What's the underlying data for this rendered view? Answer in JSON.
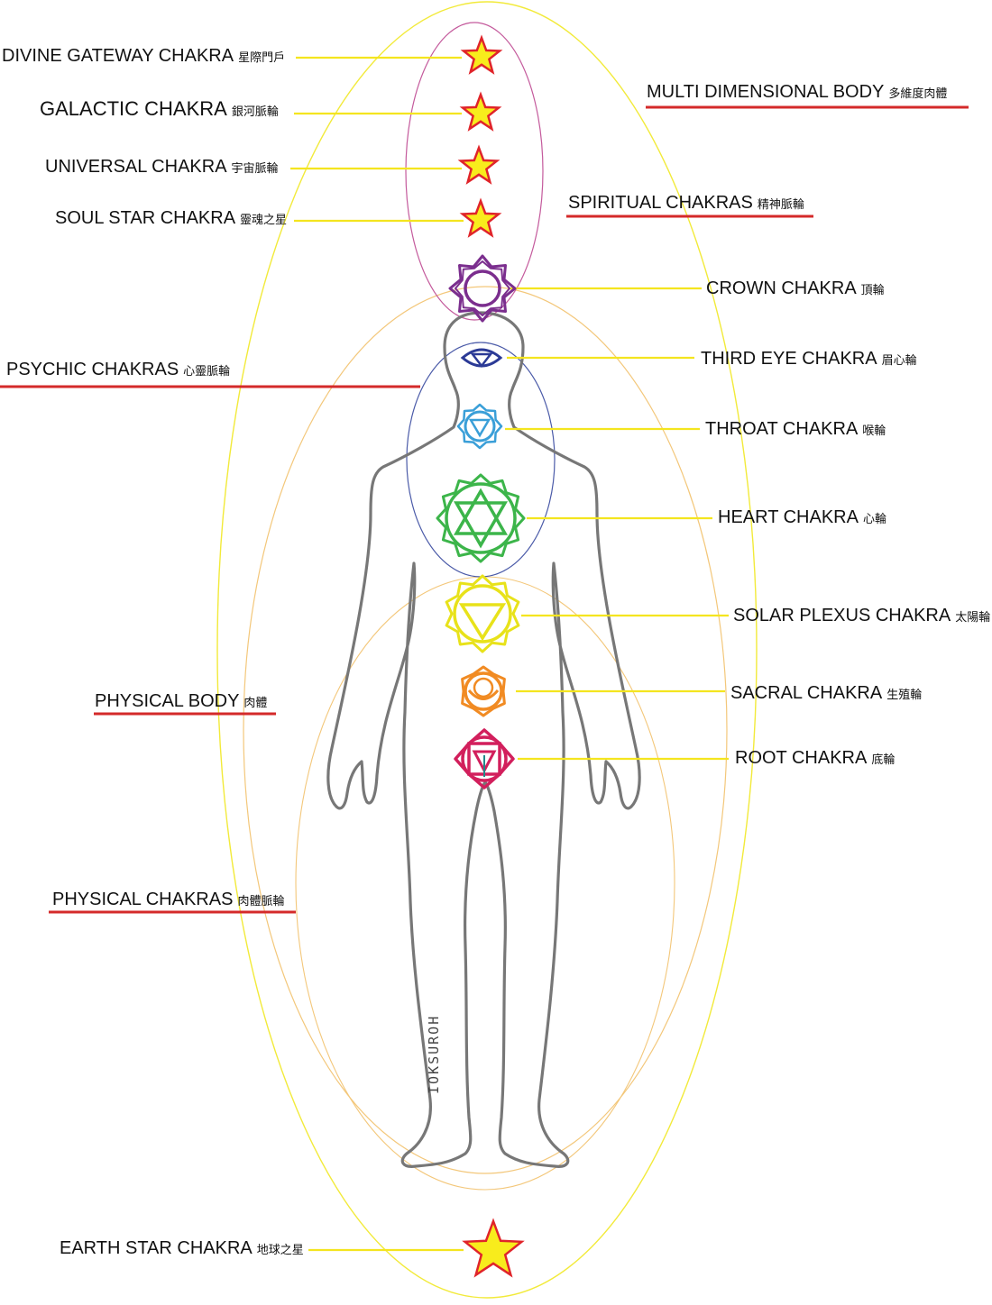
{
  "colors": {
    "connector": "#f4e51f",
    "group_underline": "#d42a2a",
    "outer_aura": "#f2ea3a",
    "physical_aura": "#f3c77a",
    "spiritual_aura": "#c45a9c",
    "psychic_aura": "#4a5aa8",
    "body_outline": "#777777",
    "star_fill": "#f8ec1c",
    "star_stroke": "#e0242a"
  },
  "stars": [
    {
      "id": "divine-gateway",
      "label": "DIVINE GATEWAY CHAKRA",
      "cn": "星際門戶"
    },
    {
      "id": "galactic",
      "label": "GALACTIC CHAKRA",
      "cn": "銀河脈輪"
    },
    {
      "id": "universal",
      "label": "UNIVERSAL CHAKRA",
      "cn": "宇宙脈輪"
    },
    {
      "id": "soul-star",
      "label": "SOUL STAR CHAKRA",
      "cn": "靈魂之星"
    },
    {
      "id": "earth-star",
      "label": "EARTH STAR CHAKRA",
      "cn": "地球之星"
    }
  ],
  "chakras": [
    {
      "id": "crown",
      "label": "CROWN CHAKRA",
      "cn": "頂輪",
      "color": "#7b2e8e"
    },
    {
      "id": "third-eye",
      "label": "THIRD EYE CHAKRA",
      "cn": "眉心輪",
      "color": "#2b3a96"
    },
    {
      "id": "throat",
      "label": "THROAT CHAKRA",
      "cn": "喉輪",
      "color": "#3a9fd8"
    },
    {
      "id": "heart",
      "label": "HEART CHAKRA",
      "cn": "心輪",
      "color": "#3cb54a"
    },
    {
      "id": "solar-plexus",
      "label": "SOLAR PLEXUS CHAKRA",
      "cn": "太陽輪",
      "color": "#e8e21a"
    },
    {
      "id": "sacral",
      "label": "SACRAL CHAKRA",
      "cn": "生殖輪",
      "color": "#f18b23"
    },
    {
      "id": "root",
      "label": "ROOT CHAKRA",
      "cn": "底輪",
      "color": "#d21f5c"
    }
  ],
  "groups": {
    "multi_dimensional": {
      "label": "MULTI DIMENSIONAL BODY",
      "cn": "多維度肉體"
    },
    "spiritual": {
      "label": "SPIRITUAL CHAKRAS",
      "cn": "精神脈輪"
    },
    "psychic": {
      "label": "PSYCHIC CHAKRAS",
      "cn": "心靈脈輪"
    },
    "physical_body": {
      "label": "PHYSICAL BODY",
      "cn": "肉體"
    },
    "physical_chakras": {
      "label": "PHYSICAL CHAKRAS",
      "cn": "肉體脈輪"
    }
  },
  "brand": "IOKSUROH"
}
